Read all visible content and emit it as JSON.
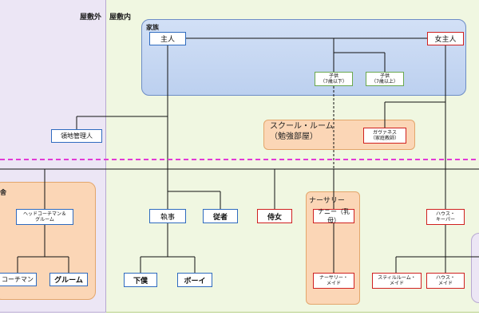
{
  "regions": {
    "outside": "屋敷外",
    "inside": "屋敷内"
  },
  "panels": {
    "family": "家族",
    "school_line1": "スクール・ルーム",
    "school_line2": "（勉強部屋）",
    "nursery": "ナーサリー",
    "stable_partial": "舎"
  },
  "nodes": {
    "master": "主人",
    "mistress": "女主人",
    "child_young_1": "子供",
    "child_young_2": "（7歳以下）",
    "child_old_1": "子供",
    "child_old_2": "（7歳以上）",
    "governess_1": "ガヴァネス",
    "governess_2": "（家庭教師）",
    "steward": "領地管理人",
    "head_coachman_1": "ヘッドコーチマン＆",
    "head_coachman_2": "グルーム",
    "coachman": "コーチマン",
    "groom": "グルーム",
    "butler": "執事",
    "valet": "従者",
    "footman": "下僕",
    "boy": "ボーイ",
    "ladys_maid": "侍女",
    "nanny": "ナニー（乳母）",
    "nursery_maid_1": "ナーサリー・",
    "nursery_maid_2": "メイド",
    "housekeeper_1": "ハウス・",
    "housekeeper_2": "キーパー",
    "stillroom_maid_1": "スティルルーム・",
    "stillroom_maid_2": "メイド",
    "housemaid_1": "ハウス・",
    "housemaid_2": "メイド"
  },
  "colors": {
    "male_line": "#2f6bbf",
    "female_line": "#d0201f",
    "child_line": "#6aa84f",
    "boundary_dash": "#e23ad6"
  }
}
